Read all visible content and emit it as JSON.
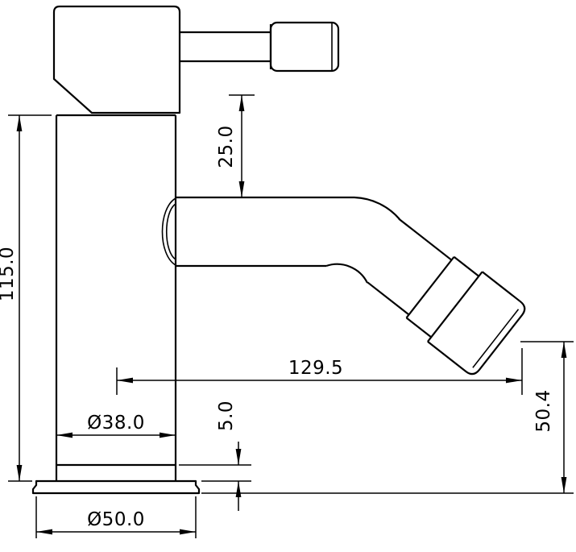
{
  "drawing": {
    "background_color": "#ffffff",
    "line_color": "#000000",
    "dims": {
      "body_height": "115.0",
      "spout_clearance": "25.0",
      "spout_reach": "129.5",
      "base_plate_offset": "5.0",
      "outlet_height": "50.4",
      "body_diameter": "Ø38.0",
      "base_diameter": "Ø50.0"
    }
  }
}
